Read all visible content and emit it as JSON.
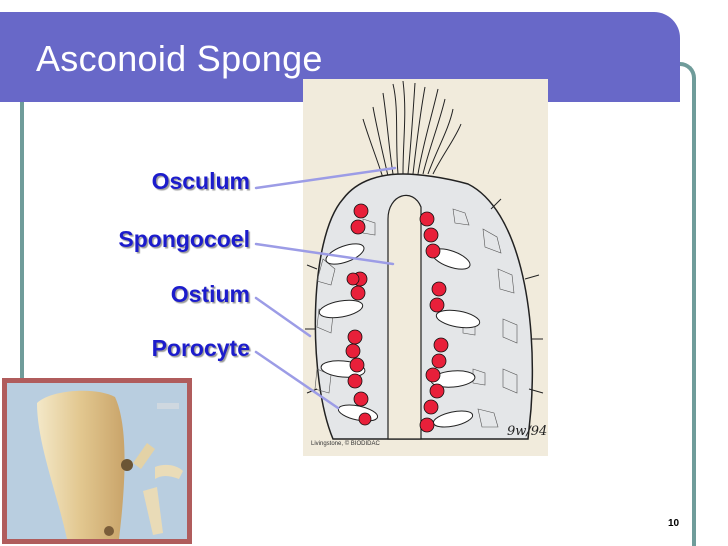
{
  "slide": {
    "title": "Asconoid Sponge",
    "labels": {
      "osculum": "Osculum",
      "spongocoel": "Spongocoel",
      "ostium": "Ostium",
      "porocyte": "Porocyte"
    },
    "diagram": {
      "credit": "Livingstone, © BIODIDAC",
      "signature": "9w/94"
    },
    "page_number": "10",
    "colors": {
      "title_bar": "#6868c8",
      "frame": "#6f9c9a",
      "label_text": "#1c1ccc",
      "pointer_line": "#9c9ce6",
      "choanocyte": "#e8203a",
      "photo_border": "#b05c5c",
      "photo_background": "#b9cee0"
    }
  }
}
